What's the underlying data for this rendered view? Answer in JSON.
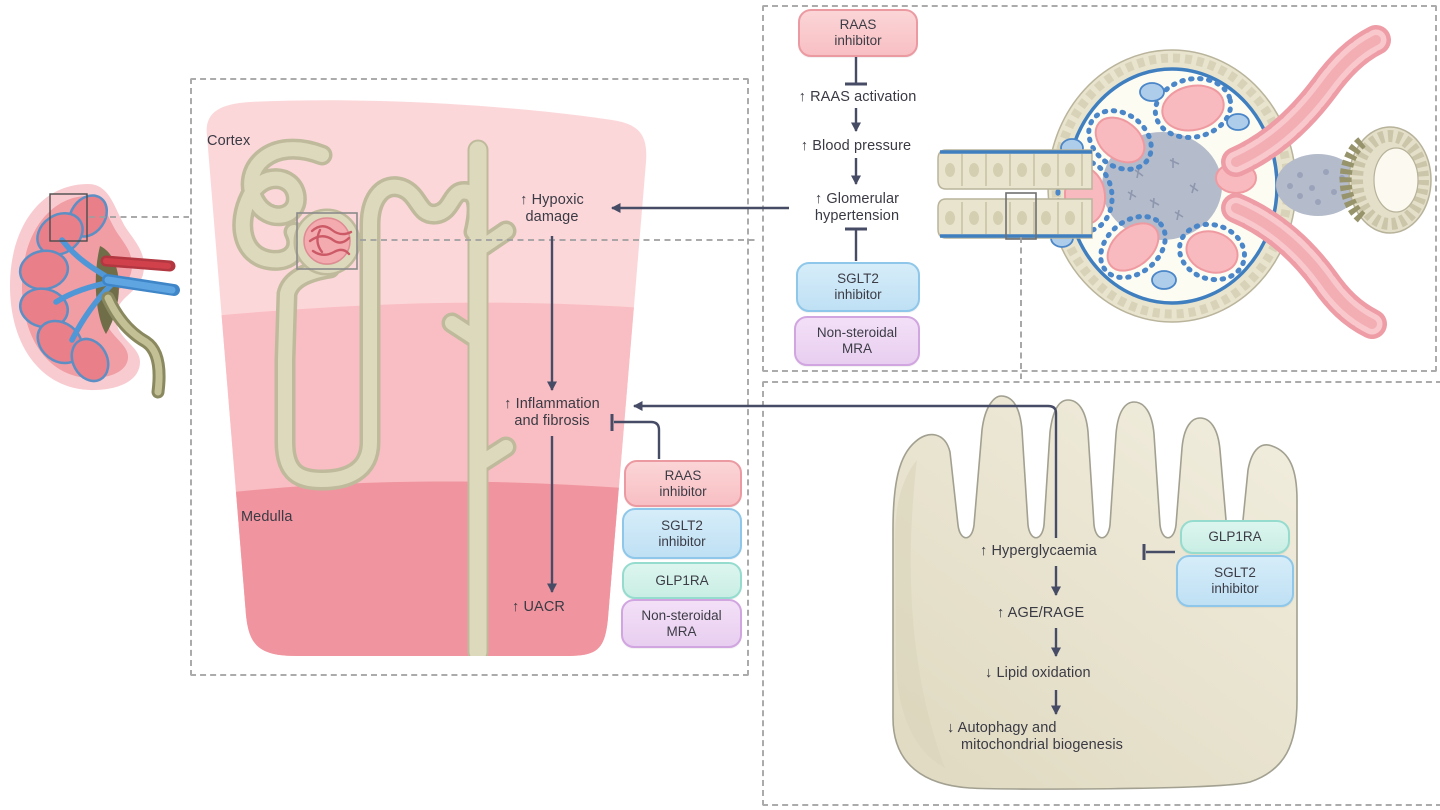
{
  "colors": {
    "arrow": "#474c66",
    "text": "#3a3a44",
    "dashed_border": "#ababab",
    "pill_raas_bg": "#f8bfc3",
    "pill_raas_border": "#eb9aa2",
    "pill_sglt2_bg": "#bfe0f4",
    "pill_sglt2_border": "#8ec7e9",
    "pill_glp1ra_bg": "#c9eee4",
    "pill_glp1ra_border": "#95dccf",
    "pill_mra_bg": "#e8cef0",
    "pill_mra_border": "#d1a5e0",
    "cortex_band": "#fcd7da",
    "outer_medulla_band": "#f9bec3",
    "inner_medulla_band": "#f0959f",
    "tubule_fill": "#ddd9bd",
    "tubule_edge": "#bfba9c"
  },
  "nephron_panel": {
    "cortex_label": "Cortex",
    "medulla_label": "Medulla",
    "hypoxic_damage": {
      "line1": "↑ Hypoxic",
      "line2": "damage"
    },
    "inflammation_fibrosis": {
      "line1": "↑ Inflammation",
      "line2": "and fibrosis"
    },
    "uacr_label": "↑ UACR",
    "drug_stack": [
      "RAAS\ninhibitor",
      "SGLT2\ninhibitor",
      "GLP1RA",
      "Non-steroidal\nMRA"
    ]
  },
  "glomerulus_panel": {
    "raas_inhibitor_pill": "RAAS\ninhibitor",
    "raas_activation_label": "↑ RAAS activation",
    "blood_pressure_label": "↑ Blood pressure",
    "glomerular_hypertension": {
      "line1": "↑ Glomerular",
      "line2": "hypertension"
    },
    "sglt2_inhibitor_pill": "SGLT2\ninhibitor",
    "nonsteroidal_mra_pill": "Non-steroidal\nMRA"
  },
  "tubule_panel": {
    "hyperglycaemia_label": "↑ Hyperglycaemia",
    "glp1ra_pill": "GLP1RA",
    "sglt2_inhibitor_pill": "SGLT2\ninhibitor",
    "age_rage_label": "↑ AGE/RAGE",
    "lipid_oxidation_label": "↓ Lipid oxidation",
    "autophagy": {
      "line1": "↓ Autophagy and",
      "line2": "mitochondrial biogenesis"
    }
  }
}
